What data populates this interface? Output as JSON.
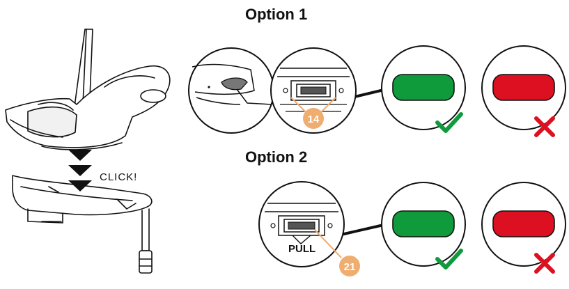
{
  "labels": {
    "option1": "Option 1",
    "option2": "Option 2",
    "click": "CLICK!",
    "pull": "PULL"
  },
  "badges": {
    "badge14": "14",
    "badge21": "21"
  },
  "colors": {
    "correct": "#0f9a3c",
    "wrong": "#dd1021",
    "badge": "#f0ad70",
    "line": "#111111"
  },
  "icons": {
    "check": "check-icon",
    "cross": "cross-icon",
    "arrow": "down-arrow-icon"
  }
}
